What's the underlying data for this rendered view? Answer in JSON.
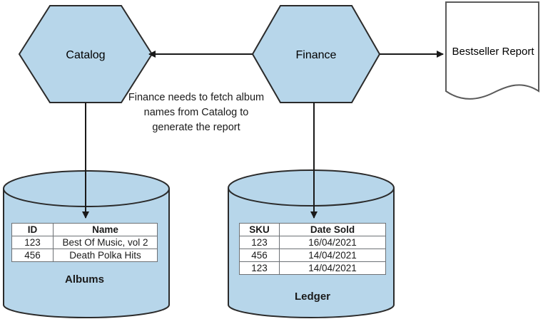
{
  "nodes": {
    "catalog": "Catalog",
    "finance": "Finance",
    "report": "Bestseller Report"
  },
  "note": "Finance needs to fetch album\nnames from Catalog to\ngenerate the report",
  "albums": {
    "name": "Albums",
    "columns": [
      "ID",
      "Name"
    ],
    "rows": [
      [
        "123",
        "Best Of Music, vol 2"
      ],
      [
        "456",
        "Death Polka Hits"
      ]
    ]
  },
  "ledger": {
    "name": "Ledger",
    "columns": [
      "SKU",
      "Date Sold"
    ],
    "rows": [
      [
        "123",
        "16/04/2021"
      ],
      [
        "456",
        "14/04/2021"
      ],
      [
        "123",
        "14/04/2021"
      ]
    ]
  },
  "colors": {
    "fill": "#b7d6ea",
    "stroke": "#2b2b2b",
    "document": "#ffffff"
  }
}
